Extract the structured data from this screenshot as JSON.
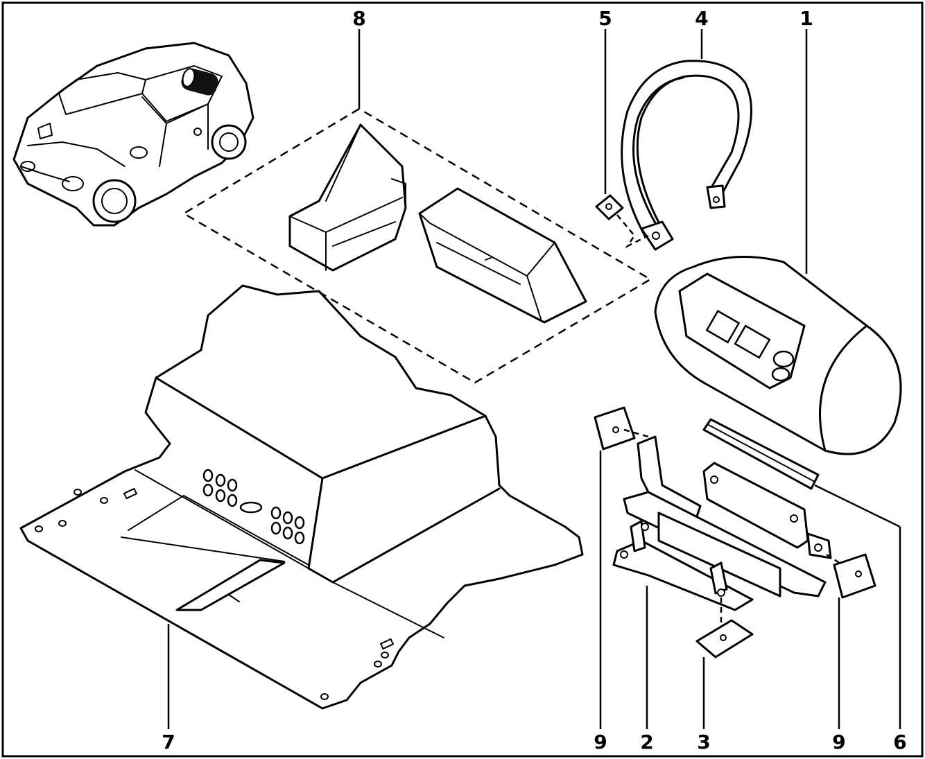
{
  "diagram": {
    "callouts": {
      "c1": "1",
      "c2": "2",
      "c3": "3",
      "c4": "4",
      "c5": "5",
      "c6": "6",
      "c7": "7",
      "c8": "8",
      "c9_left": "9",
      "c9_right": "9"
    },
    "parts": [
      {
        "ref": "1",
        "icon": "lpg-tank-icon"
      },
      {
        "ref": "2",
        "icon": "tank-cradle-bracket-icon"
      },
      {
        "ref": "3",
        "icon": "mounting-plate-icon"
      },
      {
        "ref": "4",
        "icon": "tank-strap-icon"
      },
      {
        "ref": "5",
        "icon": "strap-nut-icon"
      },
      {
        "ref": "6",
        "icon": "rubber-pad-strip-icon"
      },
      {
        "ref": "7",
        "icon": "boot-floor-carpet-icon"
      },
      {
        "ref": "8",
        "icon": "wheel-arch-foam-blocks-icon"
      },
      {
        "ref": "9",
        "icon": "spacer-pad-icon"
      }
    ],
    "locator": {
      "icon": "car-locator-icon"
    }
  }
}
